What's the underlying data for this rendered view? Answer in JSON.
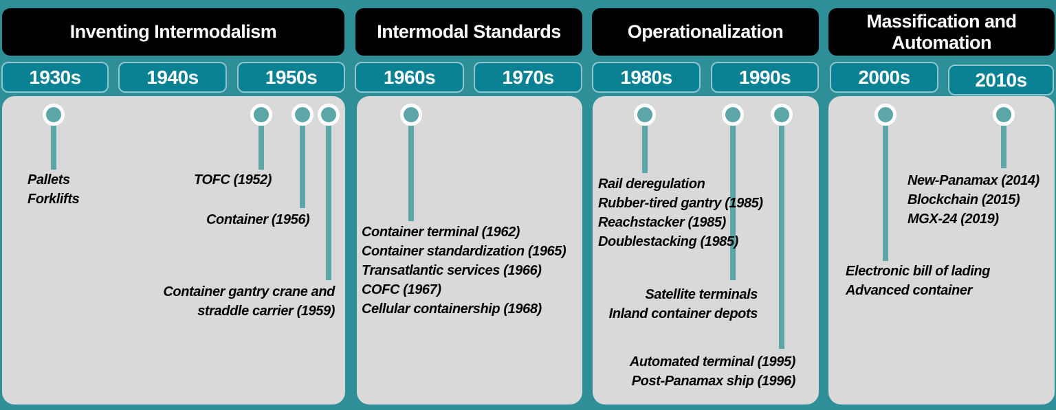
{
  "theme": {
    "background": "#2E8F99",
    "era_header_bg": "#000000",
    "era_header_text": "#FFFFFF",
    "decade_badge_bg": "#0A8294",
    "decade_badge_text": "#FFFFFF",
    "panel_bg": "#D9D9D9",
    "marker_color": "#5CA6A8",
    "marker_ring": "#FFFFFF",
    "event_text_color": "#000000"
  },
  "sections": [
    {
      "title": "Inventing Intermodalism",
      "decades": [
        "1930s",
        "1940s",
        "1950s"
      ],
      "events": [
        {
          "lines": [
            "Pallets",
            "Forklifts"
          ]
        },
        {
          "lines": [
            "TOFC (1952)"
          ]
        },
        {
          "lines": [
            "Container (1956)"
          ]
        },
        {
          "lines": [
            "Container gantry crane and",
            "straddle carrier (1959)"
          ]
        }
      ]
    },
    {
      "title": "Intermodal Standards",
      "decades": [
        "1960s",
        "1970s"
      ],
      "events": [
        {
          "lines": [
            "Container terminal (1962)",
            "Container standardization (1965)",
            "Transatlantic services (1966)",
            "COFC (1967)",
            "Cellular containership (1968)"
          ]
        }
      ]
    },
    {
      "title": "Operationalization",
      "decades": [
        "1980s",
        "1990s"
      ],
      "events": [
        {
          "lines": [
            "Rail deregulation",
            "Rubber-tired gantry (1985)",
            "Reachstacker (1985)",
            "Doublestacking (1985)"
          ]
        },
        {
          "lines": [
            "Satellite terminals",
            "Inland container depots"
          ]
        },
        {
          "lines": [
            "Automated terminal (1995)",
            "Post-Panamax ship (1996)"
          ]
        }
      ]
    },
    {
      "title": "Massification and Automation",
      "decades": [
        "2000s",
        "2010s"
      ],
      "events": [
        {
          "lines": [
            "New-Panamax (2014)",
            "Blockchain (2015)",
            "MGX-24 (2019)"
          ]
        },
        {
          "lines": [
            "Electronic bill of lading",
            "Advanced container"
          ]
        }
      ]
    }
  ]
}
